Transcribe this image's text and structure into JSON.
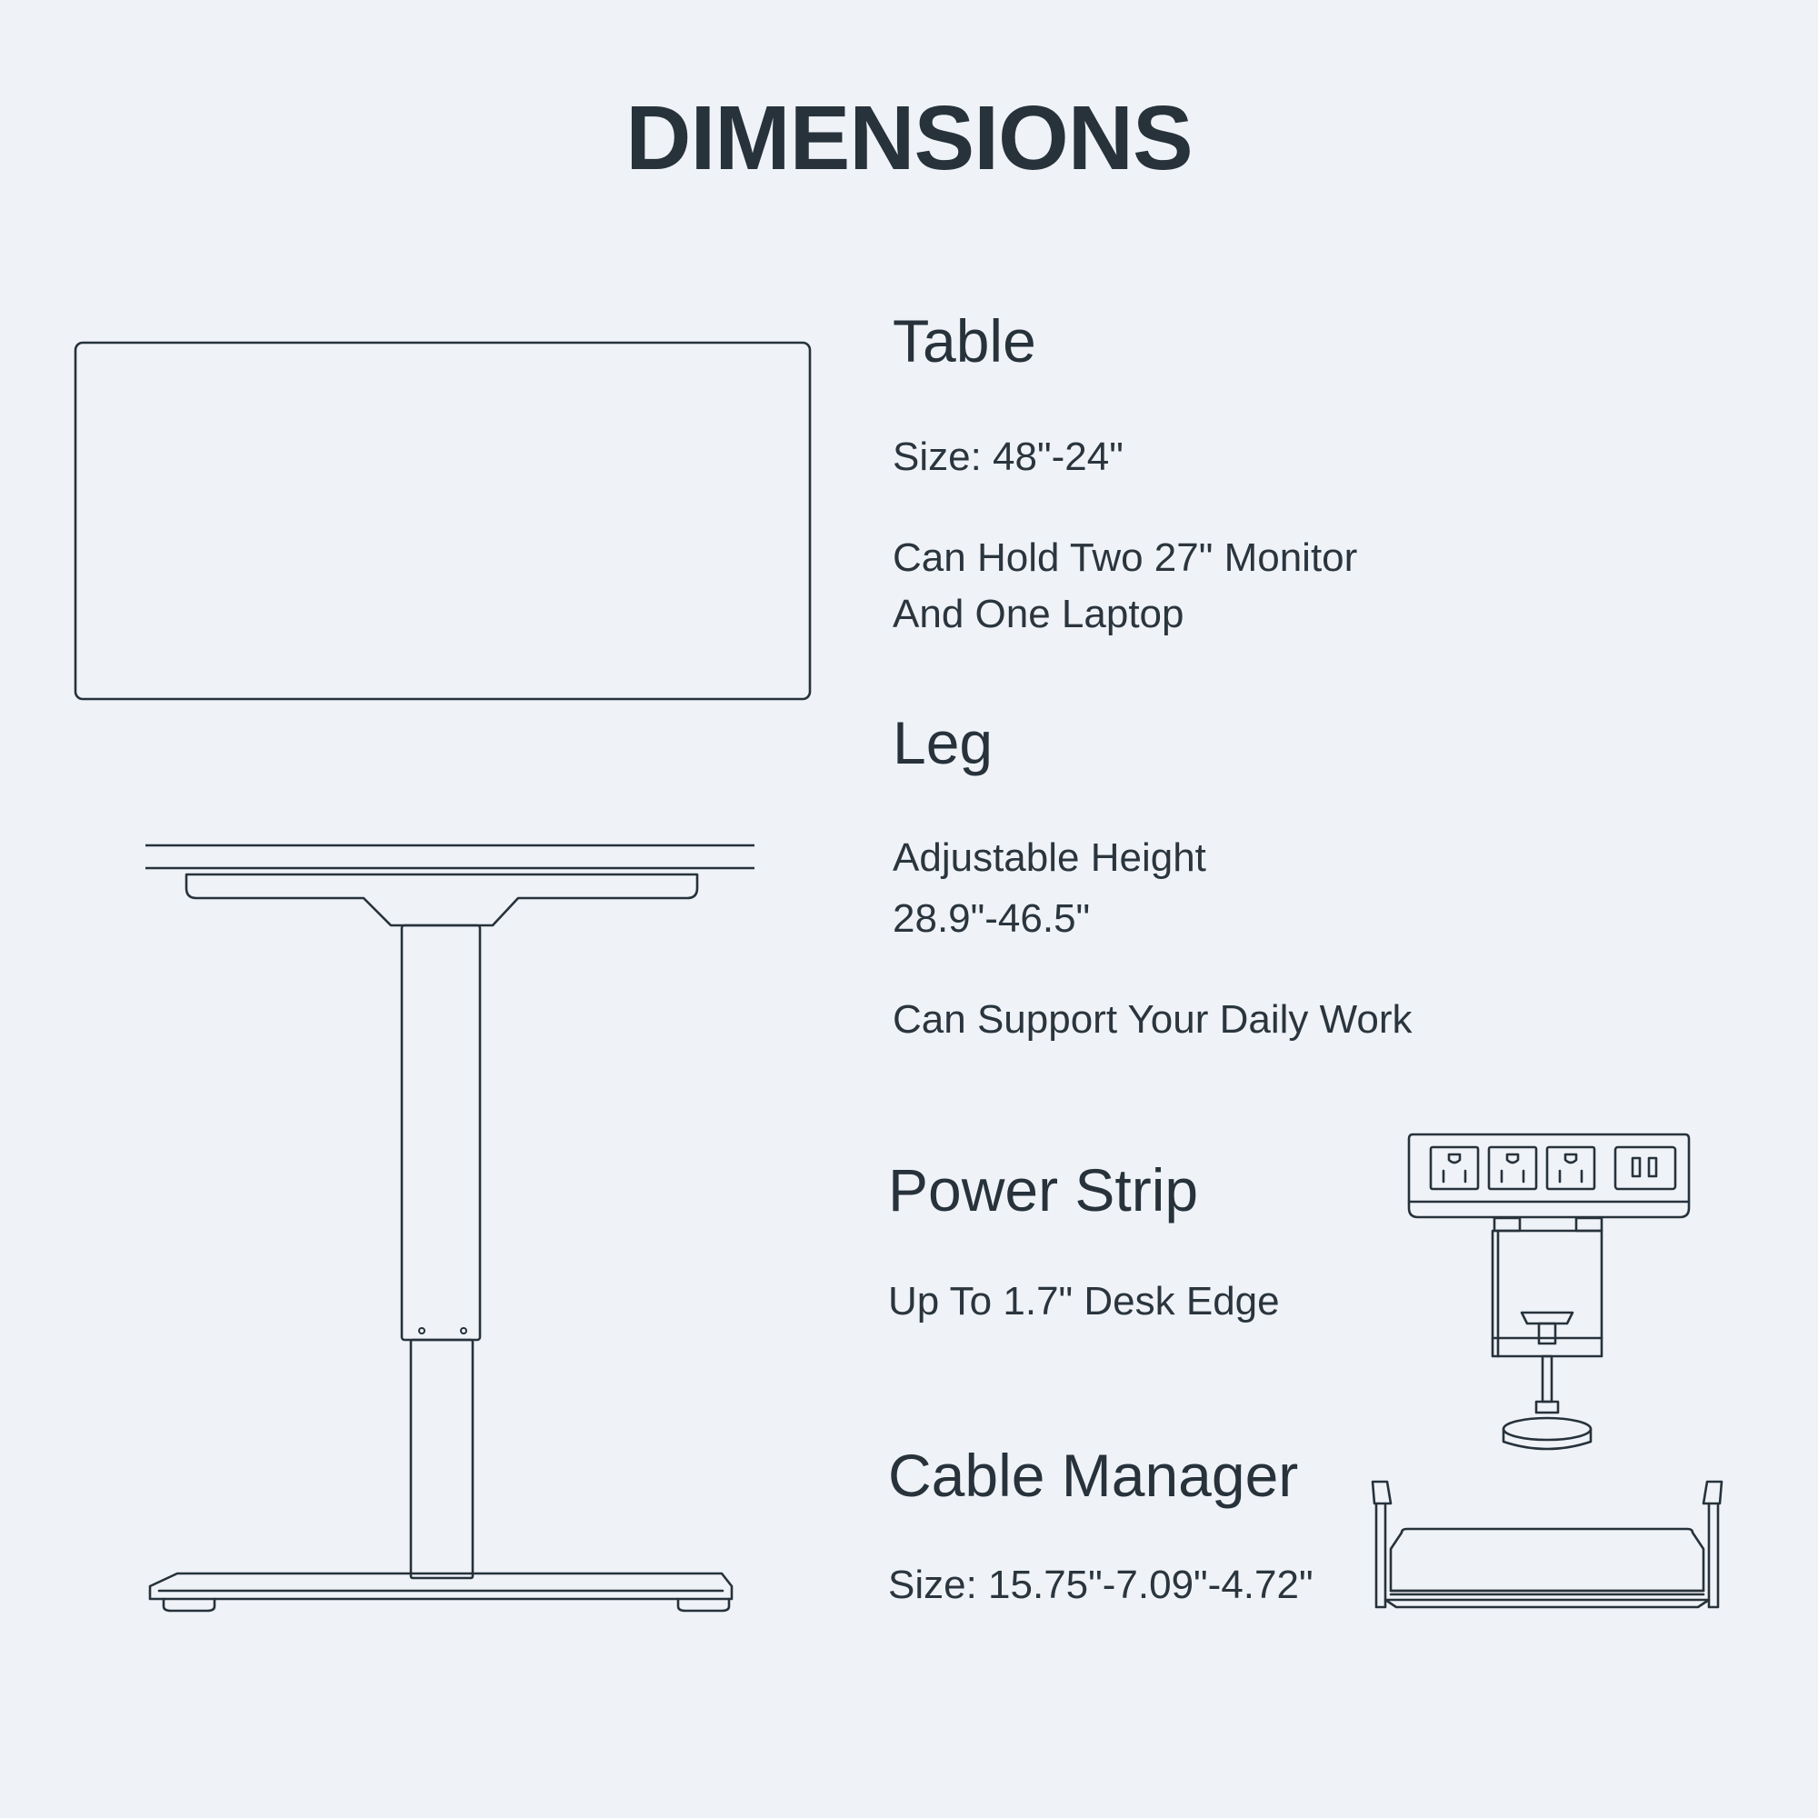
{
  "title": "DIMENSIONS",
  "sections": {
    "table": {
      "heading": "Table",
      "size": "Size: 48\"-24\"",
      "note_line1": "Can Hold Two 27\" Monitor",
      "note_line2": "And One Laptop",
      "icon": "desktop-top-icon"
    },
    "leg": {
      "heading": "Leg",
      "height_label": "Adjustable Height",
      "height_value": "28.9\"-46.5\"",
      "note": "Can Support Your Daily Work",
      "icon": "desk-leg-icon"
    },
    "power_strip": {
      "heading": "Power Strip",
      "note": "Up To 1.7\" Desk Edge",
      "icon": "power-strip-clamp-icon"
    },
    "cable_manager": {
      "heading": "Cable Manager",
      "size": "Size: 15.75\"-7.09\"-4.72\"",
      "icon": "cable-tray-icon"
    }
  },
  "colors": {
    "background": "#eff3f8",
    "ink": "#27323b"
  }
}
